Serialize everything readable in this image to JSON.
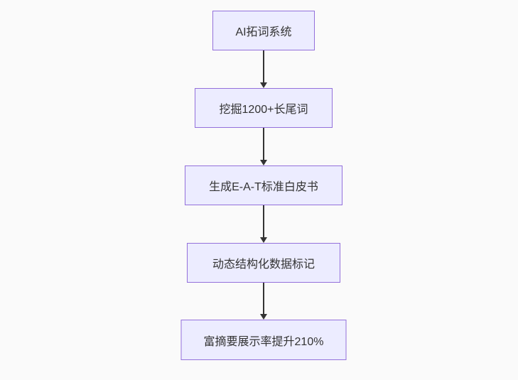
{
  "page": {
    "background_color": "#fafafa"
  },
  "diagram": {
    "type": "flowchart",
    "direction": "top-down",
    "node_fill_color": "#ECECFF",
    "node_border_color": "#9370DB",
    "node_text_color": "#333333",
    "edge_color": "#333333",
    "nodes": [
      {
        "label": "AI拓词系统"
      },
      {
        "label": "挖掘1200+长尾词"
      },
      {
        "label": "生成E-A-T标准白皮书"
      },
      {
        "label": "动态结构化数据标记"
      },
      {
        "label": "富摘要展示率提升210%"
      }
    ],
    "edges": [
      {
        "from": "AI拓词系统",
        "to": "挖掘1200+长尾词"
      },
      {
        "from": "挖掘1200+长尾词",
        "to": "生成E-A-T标准白皮书"
      },
      {
        "from": "生成E-A-T标准白皮书",
        "to": "动态结构化数据标记"
      },
      {
        "from": "动态结构化数据标记",
        "to": "富摘要展示率提升210%"
      }
    ]
  }
}
